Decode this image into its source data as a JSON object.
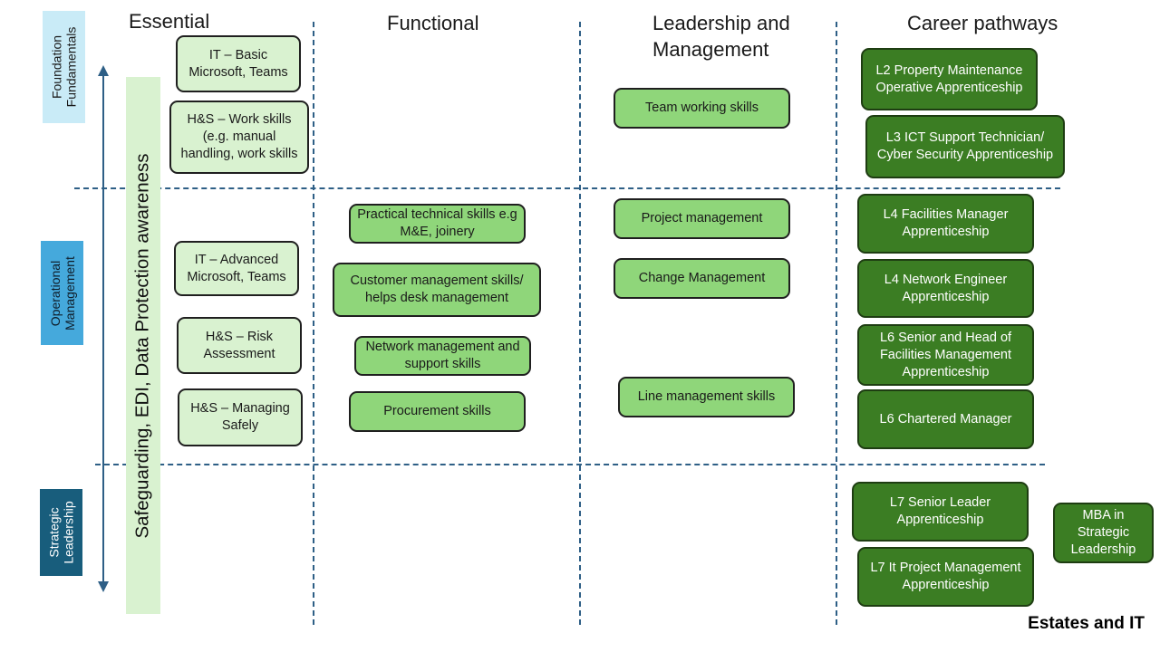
{
  "columns": {
    "essential": "Essential",
    "functional": "Functional",
    "leadership": "Leadership and Management",
    "career": "Career pathways"
  },
  "tiers": {
    "foundation": "Foundation Fundamentals",
    "operational": "Operational Management",
    "strategic": "Strategic Leadership"
  },
  "crosscutting": "Safeguarding, EDI, Data Protection awareness",
  "essential": {
    "it_basic": "IT – Basic Microsoft, Teams",
    "hs_work": "H&S – Work skills (e.g. manual handling, work skills",
    "it_advanced": "IT – Advanced Microsoft, Teams",
    "hs_risk": "H&S – Risk Assessment",
    "hs_managing": "H&S – Managing Safely"
  },
  "functional": {
    "practical": "Practical technical skills e.g  M&E, joinery",
    "customer": "Customer management skills/ helps desk management",
    "network": "Network management and support skills",
    "procurement": "Procurement skills"
  },
  "leadership": {
    "team": "Team working skills",
    "project": "Project management",
    "change": "Change Management",
    "line": "Line management skills"
  },
  "career": {
    "l2": "L2 Property Maintenance Operative Apprenticeship",
    "l3": "L3 ICT Support Technician/ Cyber Security Apprenticeship",
    "l4_fac": "L4 Facilities Manager Apprenticeship",
    "l4_net": "L4 Network Engineer Apprenticeship",
    "l6_fac": "L6 Senior and Head of Facilities Management Apprenticeship",
    "l6_cm": "L6 Chartered Manager",
    "l7_sl": "L7 Senior Leader Apprenticeship",
    "l7_it": "L7 It Project Management Apprenticeship",
    "mba": "MBA in Strategic Leadership"
  },
  "footer": "Estates and IT",
  "colors": {
    "pale_green": "#d9f2d0",
    "mid_green": "#8fd67a",
    "dark_green": "#3b7d23",
    "foundation_blue": "#c9ebf7",
    "operational_blue": "#45a9dc",
    "strategic_blue": "#185d7c",
    "dashed_line": "#2e5f86"
  }
}
